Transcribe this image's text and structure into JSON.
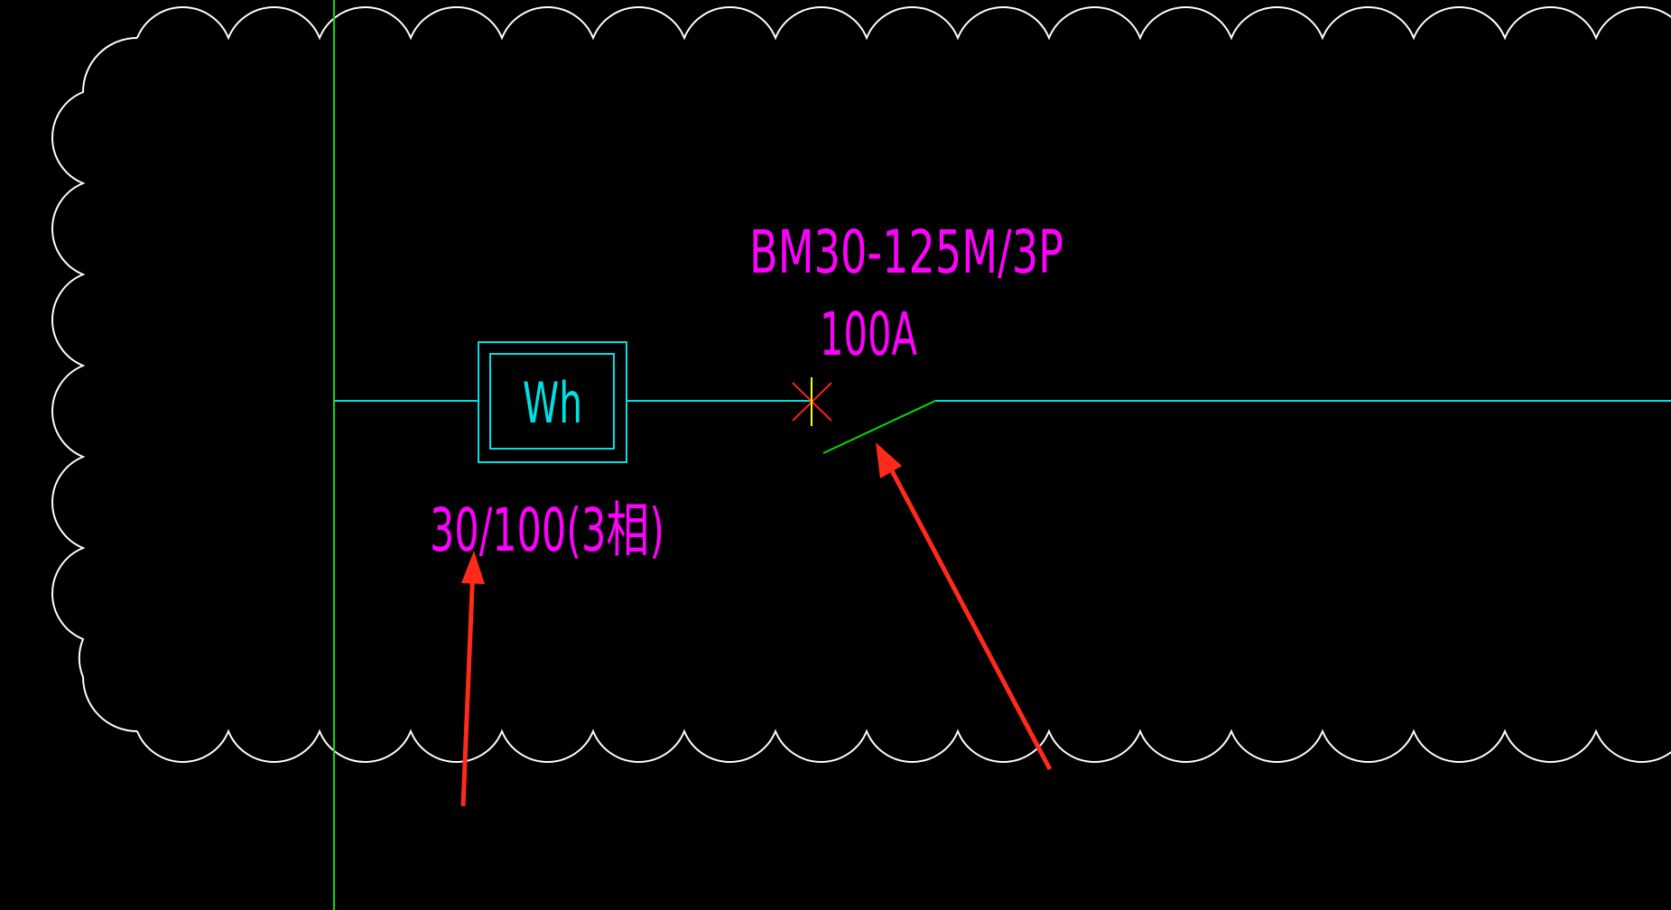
{
  "meter": {
    "symbol_label": "Wh",
    "rating_label": "30/100(3相)"
  },
  "breaker": {
    "model_label": "BM30-125M/3P",
    "current_label": "100A"
  },
  "colors": {
    "background": "#000000",
    "revision_cloud": "#ffffff",
    "bus_line": "#00e0e0",
    "vertical_line": "#00dd00",
    "switch_blade": "#00dd00",
    "meter_box": "#00e0e0",
    "text_magenta": "#ff00ff",
    "text_cyan": "#00e0e0",
    "node_cross_red": "#ff2020",
    "node_cross_yellow": "#ffff00",
    "annotation_arrow": "#ff2a1a"
  },
  "icons": {
    "meter": "kwh-meter-icon",
    "breaker": "circuit-breaker-switch-icon",
    "node": "connection-node-cross-icon",
    "arrow": "annotation-arrow-icon"
  }
}
